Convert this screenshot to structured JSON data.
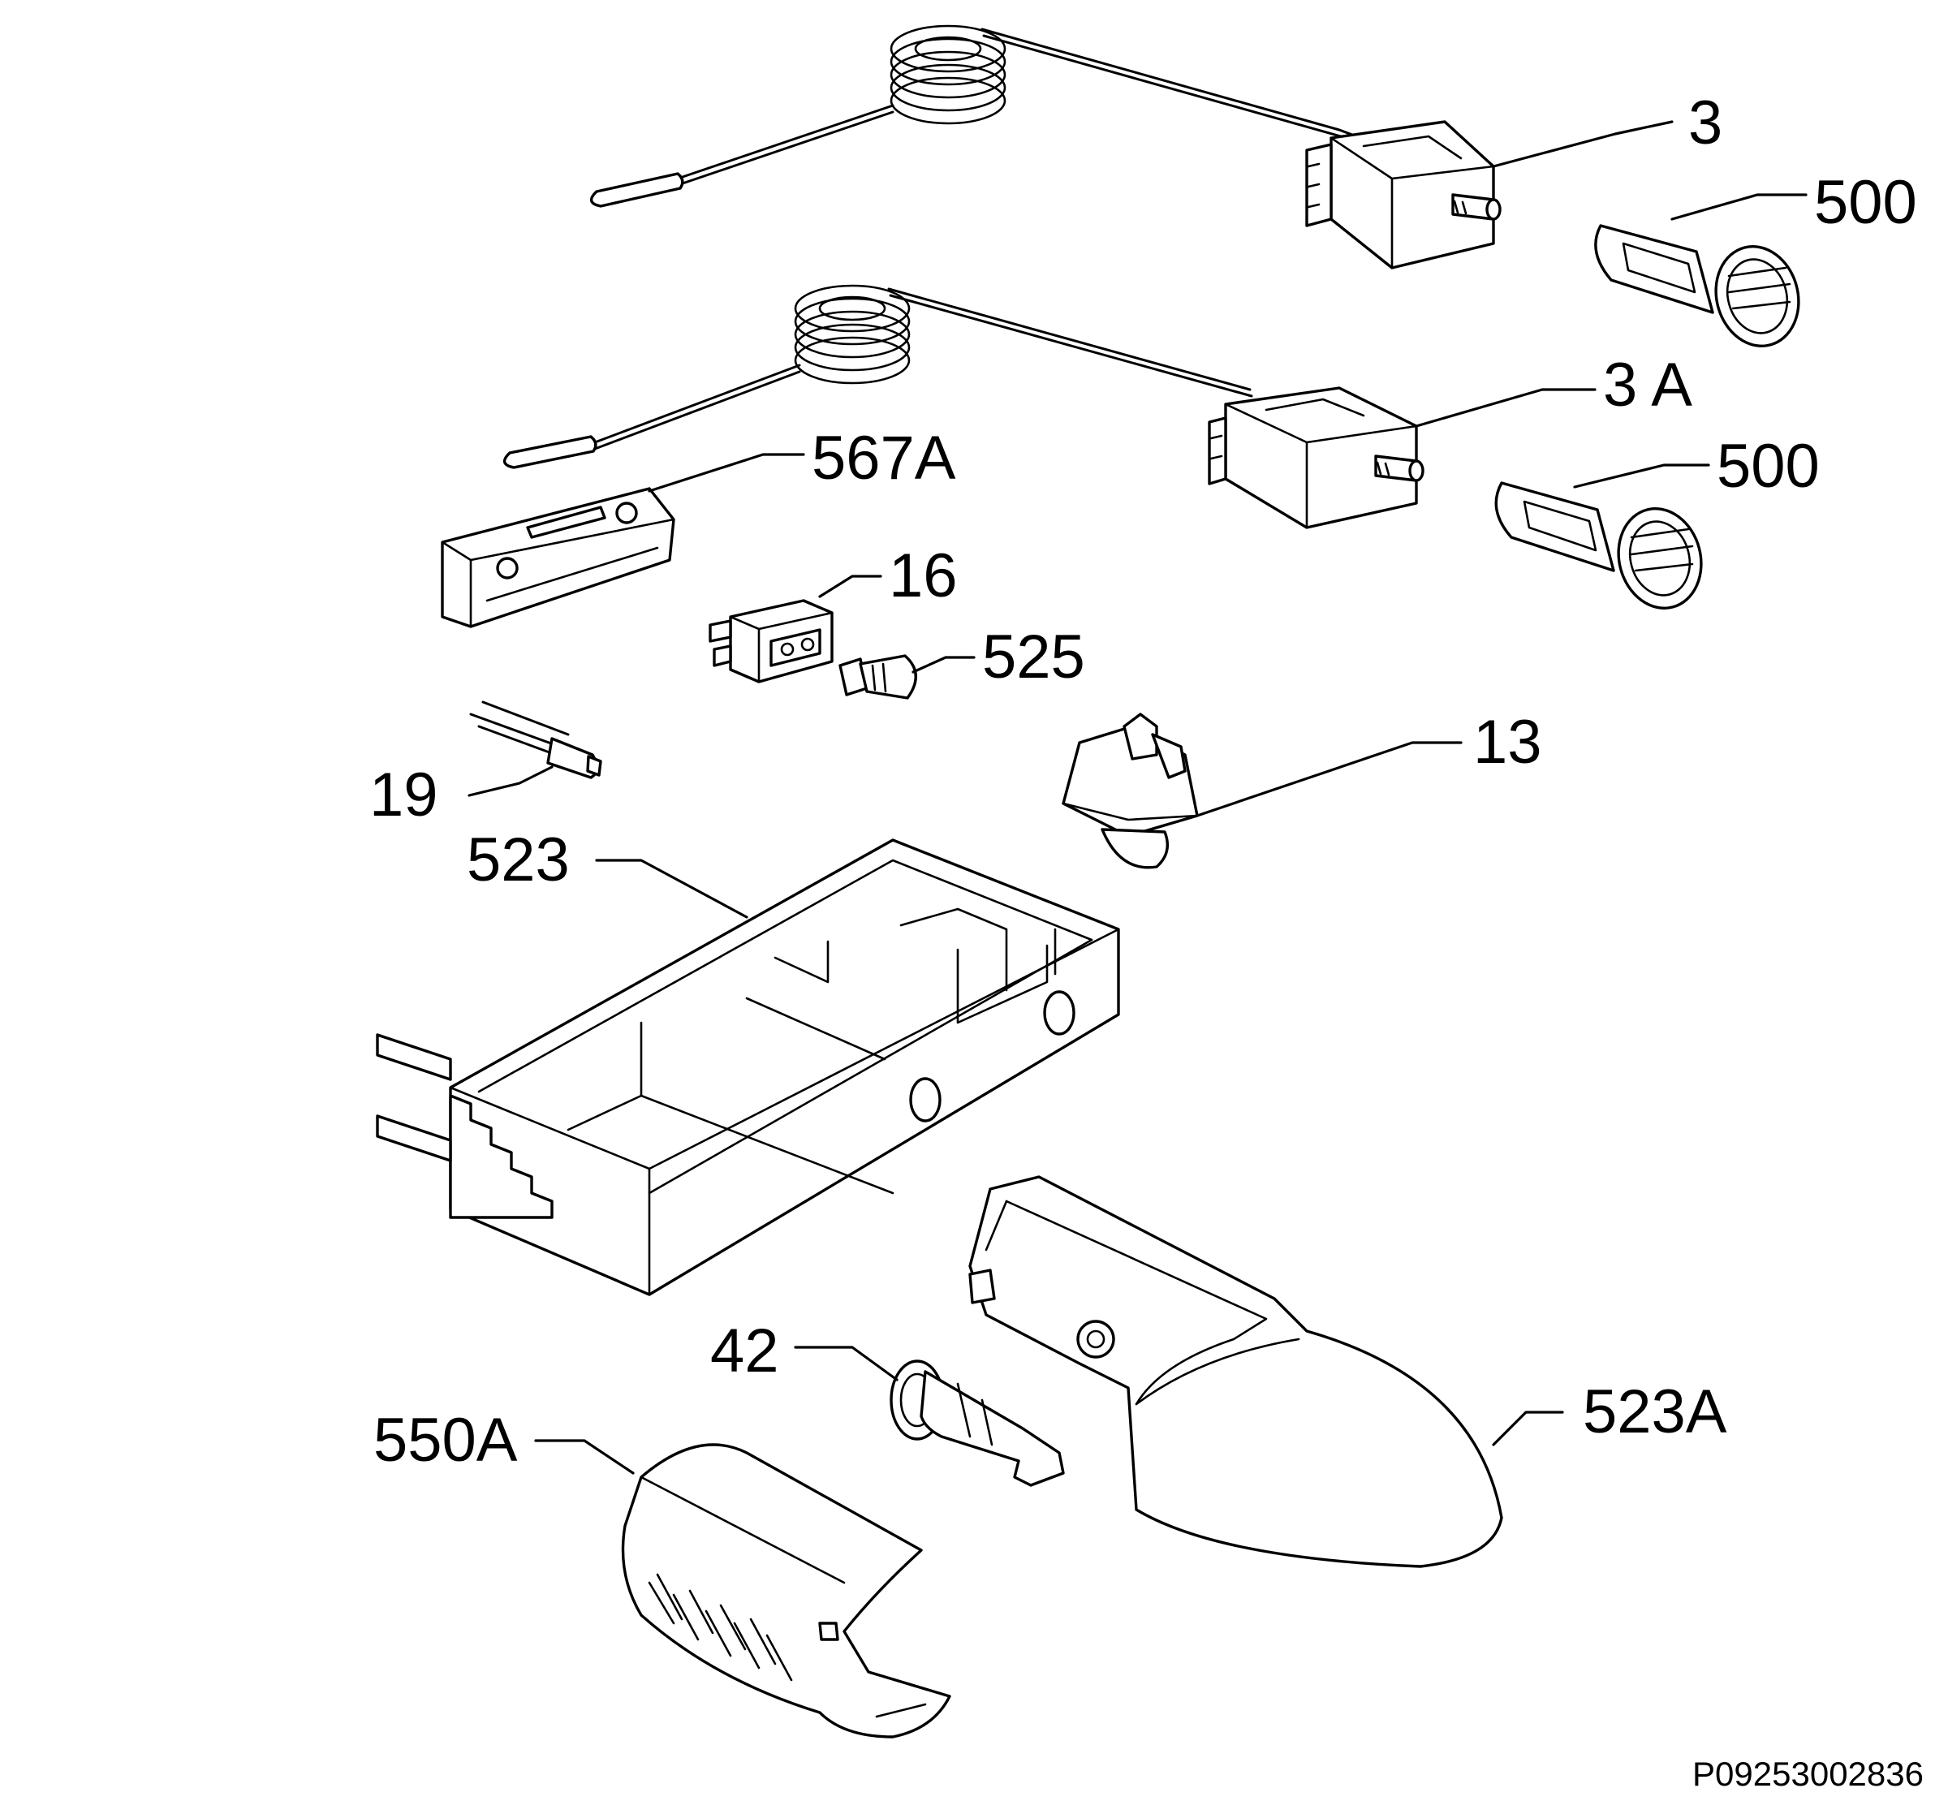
{
  "diagram": {
    "callouts": [
      {
        "id": "thermostat-top",
        "label": "3"
      },
      {
        "id": "knob-top",
        "label": "500"
      },
      {
        "id": "thermostat-second",
        "label": "3 A"
      },
      {
        "id": "knob-second",
        "label": "500"
      },
      {
        "id": "bracket",
        "label": "567A"
      },
      {
        "id": "switch",
        "label": "16"
      },
      {
        "id": "bulb",
        "label": "525"
      },
      {
        "id": "door-switch",
        "label": "13"
      },
      {
        "id": "lamp-holder",
        "label": "19"
      },
      {
        "id": "control-housing",
        "label": "523"
      },
      {
        "id": "socket",
        "label": "42"
      },
      {
        "id": "housing-cover",
        "label": "523A"
      },
      {
        "id": "lamp-cover",
        "label": "550A"
      }
    ],
    "drawing_code": "P09253002836"
  },
  "colors": {
    "line": "#000000",
    "background": "#ffffff"
  }
}
